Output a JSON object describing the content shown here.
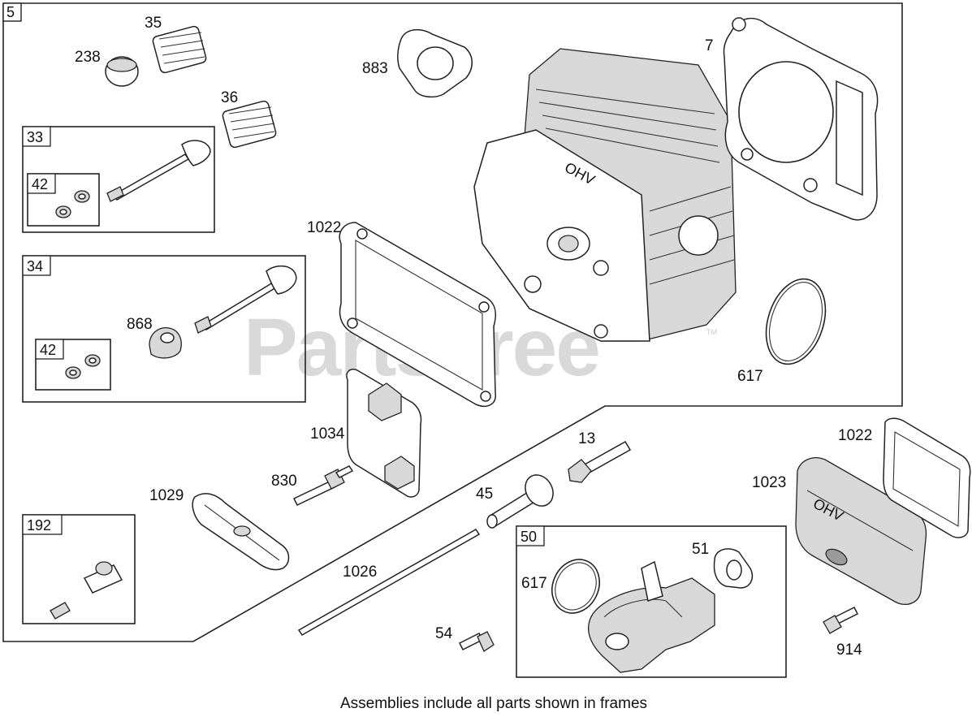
{
  "watermark": "PartsTree",
  "watermark_tm": "TM",
  "caption": "Assemblies include all parts shown in frames",
  "frames": {
    "main": "5",
    "intake_valve": "33",
    "intake_keepers": "42",
    "exhaust_valve": "34",
    "exhaust_keepers": "42",
    "breather_screw": "192",
    "intake_assembly": "50"
  },
  "callouts": {
    "p35": "35",
    "p238": "238",
    "p36": "36",
    "p883": "883",
    "p7": "7",
    "p868": "868",
    "p1022a": "1022",
    "p617a": "617",
    "p1034": "1034",
    "p830": "830",
    "p1029": "1029",
    "p13": "13",
    "p45": "45",
    "p1026": "1026",
    "p1022b": "1022",
    "p1023": "1023",
    "p51": "51",
    "p617b": "617",
    "p54": "54",
    "p914": "914"
  },
  "embossed": {
    "head_logo": "OHV",
    "cover_logo": "OHV"
  }
}
